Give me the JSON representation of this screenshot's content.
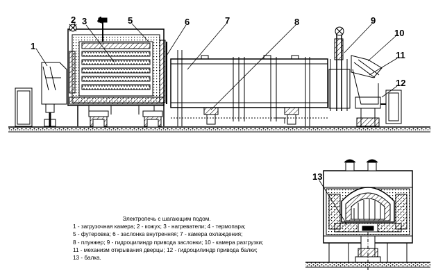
{
  "diagram": {
    "callouts": [
      "1",
      "2",
      "3",
      "4",
      "5",
      "6",
      "7",
      "8",
      "9",
      "10",
      "11",
      "12",
      "13"
    ],
    "legend": {
      "caption": "Электропечь с шагающим подом.",
      "lines": [
        "1 - загрузочная камера; 2 - кожух; 3 - нагреватели; 4 - термопара;",
        "5 - футеровка; 6 - заслонка внутренняя; 7 - камера охлаждения;",
        "8 - плунжер; 9 - гидроцилиндр привода заслонки; 10 - камера разгрузки;",
        "11 - механизм открывания дверцы; 12 - гидроцилиндр привода балки;",
        "13 - балка."
      ]
    }
  }
}
